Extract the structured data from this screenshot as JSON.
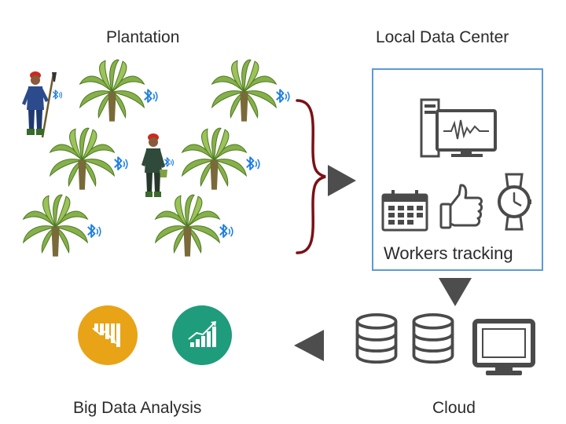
{
  "plantation": {
    "title": "Plantation"
  },
  "data_center": {
    "title": "Local Data Center",
    "caption": "Workers tracking"
  },
  "analysis": {
    "title": "Big Data Analysis"
  },
  "cloud": {
    "title": "Cloud"
  },
  "colors": {
    "accent_blue": "#5b9bd5",
    "bluetooth": "#1e7fe0",
    "brace": "#7b1116",
    "arrow": "#4d4d4d",
    "icon_dark": "#4a4a4a",
    "circle_orange": "#e8a317",
    "circle_teal": "#1f9c7c",
    "palm_green": "#6f9a3a"
  },
  "icons": [
    "palm-tree-icon",
    "worker-icon",
    "bluetooth-icon",
    "computer-monitor-icon",
    "calendar-icon",
    "thumbs-up-icon",
    "wristwatch-icon",
    "database-icon",
    "desktop-monitor-icon",
    "declining-chart-icon",
    "growth-chart-icon"
  ]
}
